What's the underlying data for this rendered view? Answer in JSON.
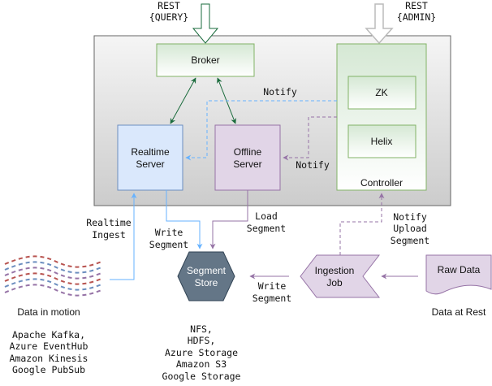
{
  "title": "Apache Pinot architecture",
  "colors": {
    "green_stroke": "#82b366",
    "green_fill": "#d5e8d4",
    "green_arrow": "#1a6b3c",
    "blue_stroke": "#6c8ebf",
    "blue_fill": "#dae8fc",
    "blue_line": "#66b2ff",
    "purple_stroke": "#9673a6",
    "purple_fill": "#e1d5e7",
    "store_fill": "#647687",
    "wave_red": "#b85450",
    "wave_blue": "#6c8ebf",
    "wave_purple": "#9673a6"
  },
  "entry_points": {
    "query": {
      "line1": "REST",
      "line2": "{QUERY}"
    },
    "admin": {
      "line1": "REST",
      "line2": "{ADMIN}"
    }
  },
  "nodes": {
    "broker": "Broker",
    "realtime_server": {
      "line1": "Realtime",
      "line2": "Server"
    },
    "offline_server": {
      "line1": "Offline",
      "line2": "Server"
    },
    "controller": "Controller",
    "zk": "ZK",
    "helix": "Helix",
    "segment_store": {
      "line1": "Segment",
      "line2": "Store"
    },
    "ingestion_job": {
      "line1": "Ingestion",
      "line2": "Job"
    },
    "raw_data": "Raw Data"
  },
  "edge_labels": {
    "notify_realtime": "Notify",
    "notify_offline": "Notify",
    "realtime_ingest": {
      "line1": "Realtime",
      "line2": "Ingest"
    },
    "write_segment_rt": {
      "line1": "Write",
      "line2": "Segment"
    },
    "load_segment": {
      "line1": "Load",
      "line2": "Segment"
    },
    "notify_upload": {
      "line1": "Notify",
      "line2": "Upload",
      "line3": "Segment"
    },
    "write_segment_job": {
      "line1": "Write",
      "line2": "Segment"
    }
  },
  "captions": {
    "data_in_motion": "Data in motion",
    "data_at_rest": "Data at Rest",
    "stream_sources": [
      "Apache Kafka,",
      "Azure EventHub",
      "Amazon Kinesis",
      "Google PubSub"
    ],
    "storage_options": [
      "NFS,",
      "HDFS,",
      "Azure Storage",
      "Amazon S3",
      "Google Storage"
    ]
  }
}
